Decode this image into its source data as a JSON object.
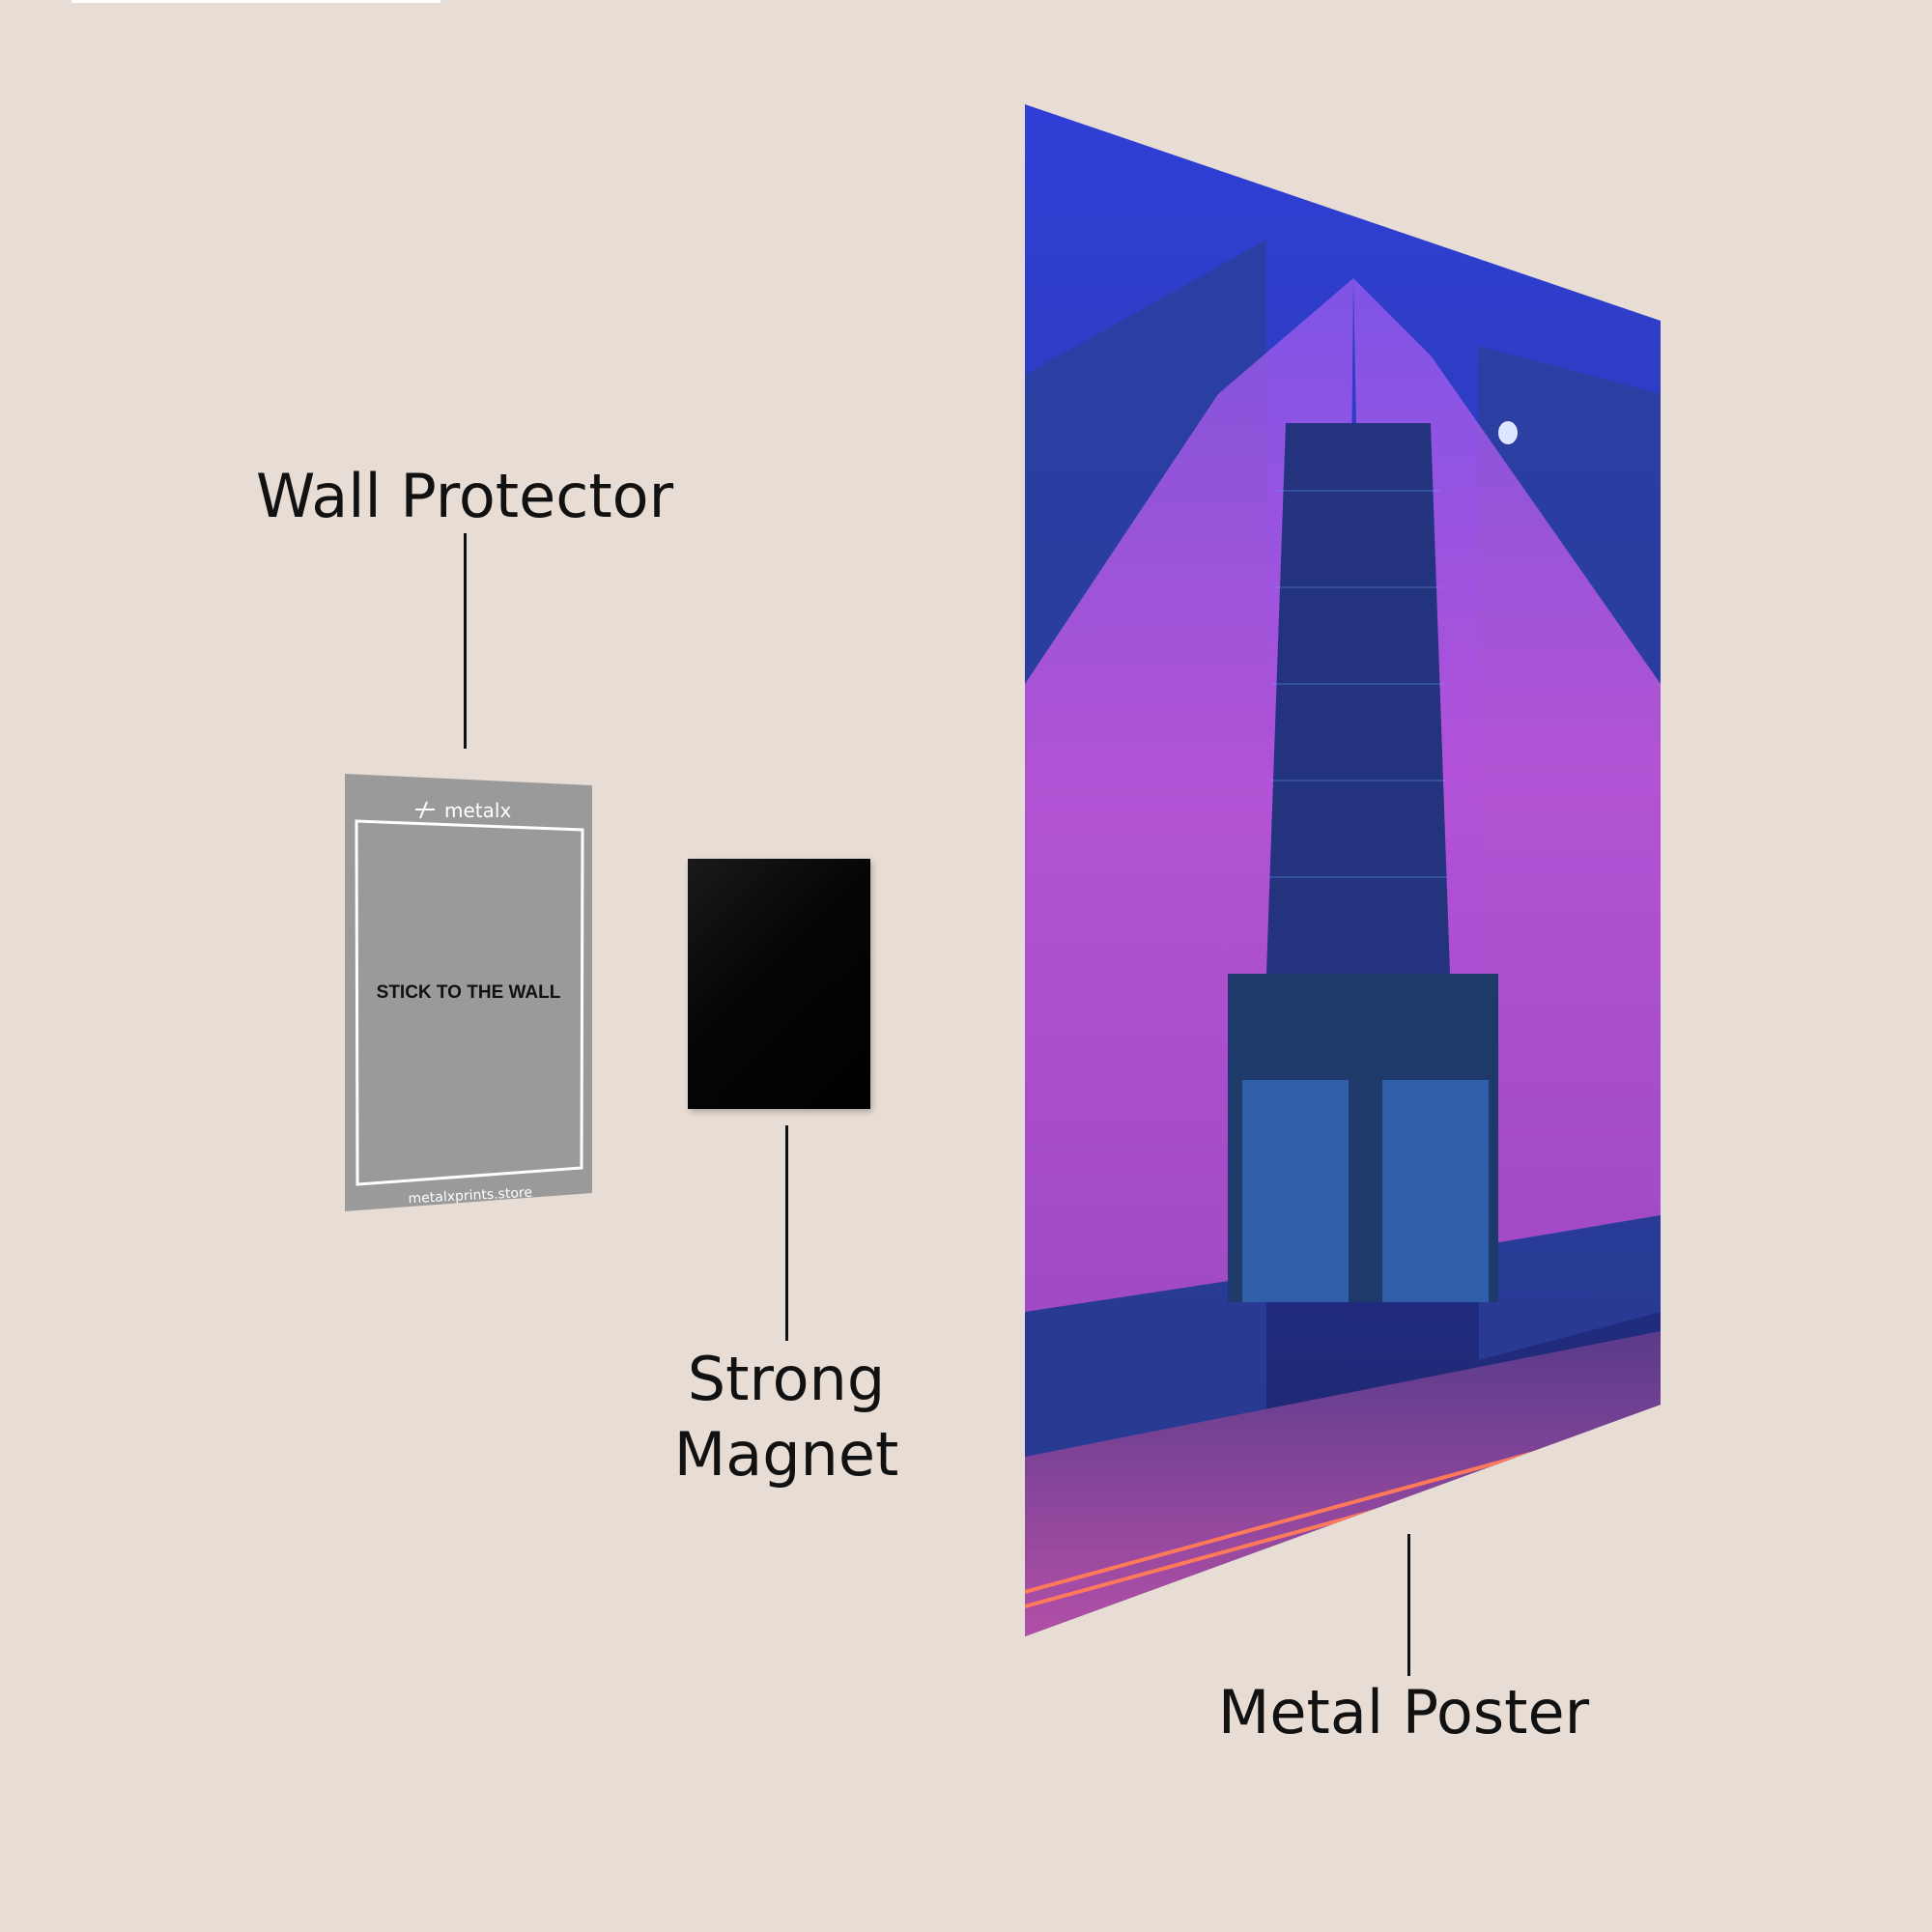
{
  "labels": {
    "wall_protector": "Wall Protector",
    "strong_magnet_line1": "Strong",
    "strong_magnet_line2": "Magnet",
    "metal_poster": "Metal Poster"
  },
  "wall_protector_card": {
    "brand": "metalx",
    "instruction": "STICK TO THE WALL",
    "website": "metalxprints.store",
    "color": "#9a9a9a"
  },
  "magnet": {
    "color": "#000000"
  },
  "poster": {
    "image": "neon-skyscraper-photo",
    "accent_colors": [
      "#3b3fd8",
      "#e25ce8",
      "#1b2a6b"
    ]
  },
  "background_color": "#e8ddd5"
}
